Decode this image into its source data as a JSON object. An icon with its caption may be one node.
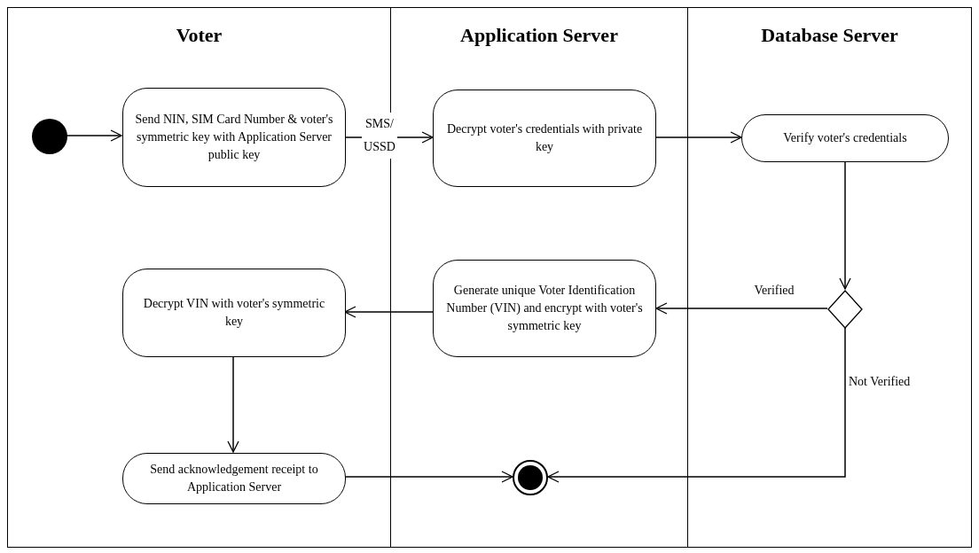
{
  "diagram": {
    "nodes": [
      {
        "text": [
          "Voter"
        ]
      },
      {
        "text": [
          "Application Server"
        ]
      },
      {
        "text": [
          "Database Server"
        ]
      },
      {
        "text": [],
        "shape": "circle",
        "in": 0
      },
      {
        "text": [
          "Send NIN, SIM Card Number & voter's symmetric key with Application Server public key"
        ],
        "in": 0
      },
      {
        "text": [
          "Decrypt voter's credentials with private key"
        ],
        "in": 1
      },
      {
        "text": [
          "Verify voter's credentials"
        ],
        "in": 2
      },
      {
        "text": [
          "Decrypt VIN with voter's symmetric key"
        ],
        "in": 0
      },
      {
        "text": [
          "Generate unique Voter Identification Number (VIN) and encrypt with voter's symmetric key"
        ],
        "in": 1
      },
      {
        "text": [],
        "shape": "diamond",
        "in": 2
      },
      {
        "text": [
          "Send acknowledgement receipt to Application Server"
        ],
        "in": 0
      },
      {
        "text": [],
        "shape": "circle",
        "in": 1
      }
    ],
    "edges": [
      {
        "from": 3,
        "to": 4,
        "arrow": "to"
      },
      {
        "from": 4,
        "to": 5,
        "arrow": "to",
        "label": "SMS/ USSD"
      },
      {
        "from": 5,
        "to": 6,
        "arrow": "to"
      },
      {
        "from": 6,
        "to": 9,
        "arrow": "to"
      },
      {
        "from": 9,
        "to": 8,
        "arrow": "to",
        "label": "Verified"
      },
      {
        "from": 8,
        "to": 7,
        "arrow": "to"
      },
      {
        "from": 7,
        "to": 10,
        "arrow": "to"
      },
      {
        "from": 10,
        "to": 11,
        "arrow": "to"
      },
      {
        "from": 9,
        "to": 11,
        "arrow": "to",
        "label": "Not Verified"
      }
    ]
  }
}
